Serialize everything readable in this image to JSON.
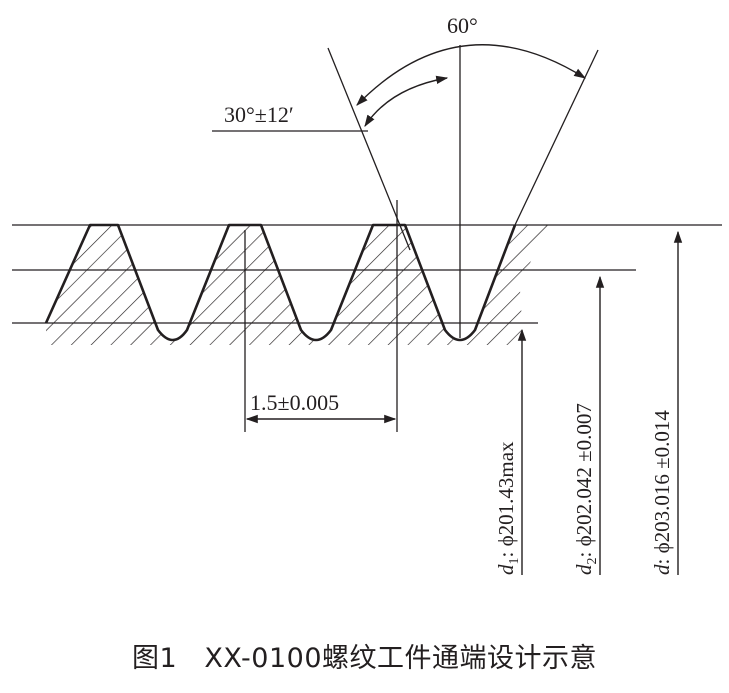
{
  "diagram": {
    "angle_included": "60°",
    "angle_half": "30°±12′",
    "pitch": "1.5±0.005",
    "minor_diameter": {
      "symbol": "d",
      "sub": "1",
      "text": ": ϕ201.43max"
    },
    "pitch_diameter": {
      "symbol": "d",
      "sub": "2",
      "text": ": ϕ202.042 ±0.007"
    },
    "major_diameter": {
      "symbol": "d",
      "text": ": ϕ203.016 ±0.014"
    }
  },
  "caption": {
    "figure_no": "图1",
    "title": "XX-0100螺纹工件通端设计示意"
  }
}
